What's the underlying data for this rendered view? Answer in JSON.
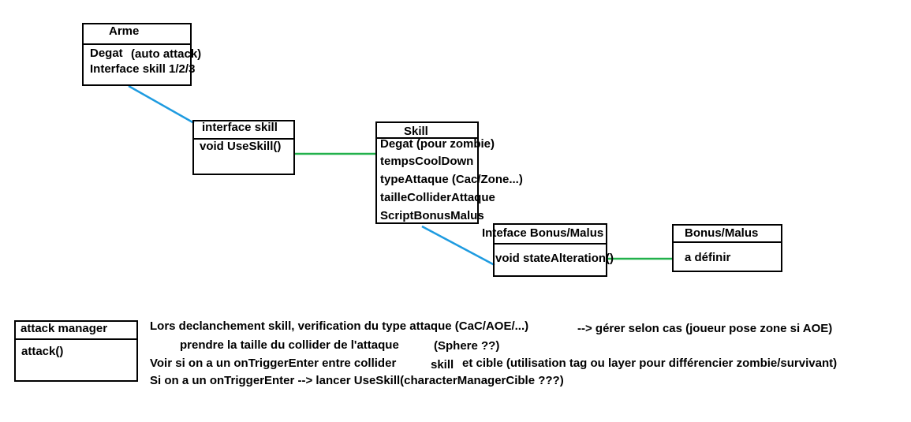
{
  "diagram": {
    "line_colors": {
      "blue": "#1e9be0",
      "green": "#22b14c",
      "border": "#000000"
    },
    "classes": {
      "arme": {
        "title": "Arme",
        "fields": [
          "Degat",
          "(auto attack)",
          "Interface skill 1/2/3"
        ]
      },
      "interface_skill": {
        "title": "interface skill",
        "methods": [
          "void UseSkill()"
        ]
      },
      "skill": {
        "title": "Skill",
        "fields": [
          "Degat (pour zombie)",
          "tempsCoolDown",
          "typeAttaque (Cac/Zone...)",
          "tailleColliderAttaque",
          "ScriptBonusMalus"
        ]
      },
      "interface_bonus_malus": {
        "title": "Inteface Bonus/Malus",
        "methods": [
          "void stateAlteration()"
        ]
      },
      "bonus_malus": {
        "title": "Bonus/Malus",
        "fields": [
          "a définir"
        ]
      },
      "attack_manager": {
        "title": "attack manager",
        "methods": [
          "attack()"
        ]
      }
    },
    "notes": [
      "Lors declanchement skill, verification du type attaque (CaC/AOE/...)",
      "--> gérer selon cas (joueur pose zone si  AOE)",
      "prendre la taille du collider de l'attaque",
      "(Sphere ??)",
      "Voir si on a un onTriggerEnter entre collider",
      "skill",
      "et cible (utilisation tag ou layer pour différencier zombie/survivant)",
      "Si on a un onTriggerEnter --> lancer UseSkill(characterManagerCible ???)"
    ]
  }
}
